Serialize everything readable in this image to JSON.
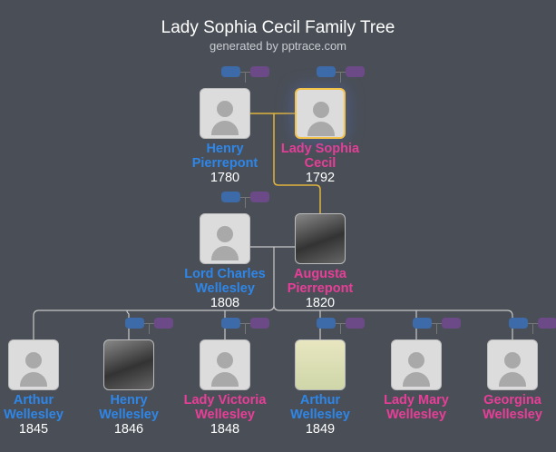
{
  "header": {
    "title": "Lady Sophia Cecil Family Tree",
    "subtitle": "generated by pptrace.com"
  },
  "colors": {
    "male": "#2e86e8",
    "female": "#e83e98",
    "selected_border": "#f2c24a",
    "background": "#4a4f57"
  },
  "people": [
    {
      "name": "Henry Pierrepont",
      "year": "1780",
      "gender": "male"
    },
    {
      "name": "Lady Sophia Cecil",
      "year": "1792",
      "gender": "female",
      "selected": true
    },
    {
      "name": "Lord Charles Wellesley",
      "year": "1808",
      "gender": "male"
    },
    {
      "name": "Augusta Pierrepont",
      "year": "1820",
      "gender": "female",
      "photo": true
    },
    {
      "name": "Arthur Wellesley",
      "year": "1845",
      "gender": "male"
    },
    {
      "name": "Henry Wellesley",
      "year": "1846",
      "gender": "male",
      "photo": true
    },
    {
      "name": "Lady Victoria Wellesley",
      "year": "1848",
      "gender": "female"
    },
    {
      "name": "Arthur Wellesley",
      "year": "1849",
      "gender": "male",
      "photo": true
    },
    {
      "name": "Lady Mary Wellesley",
      "year": "",
      "gender": "female"
    },
    {
      "name": "Georgina Wellesley",
      "year": "",
      "gender": "female"
    }
  ]
}
